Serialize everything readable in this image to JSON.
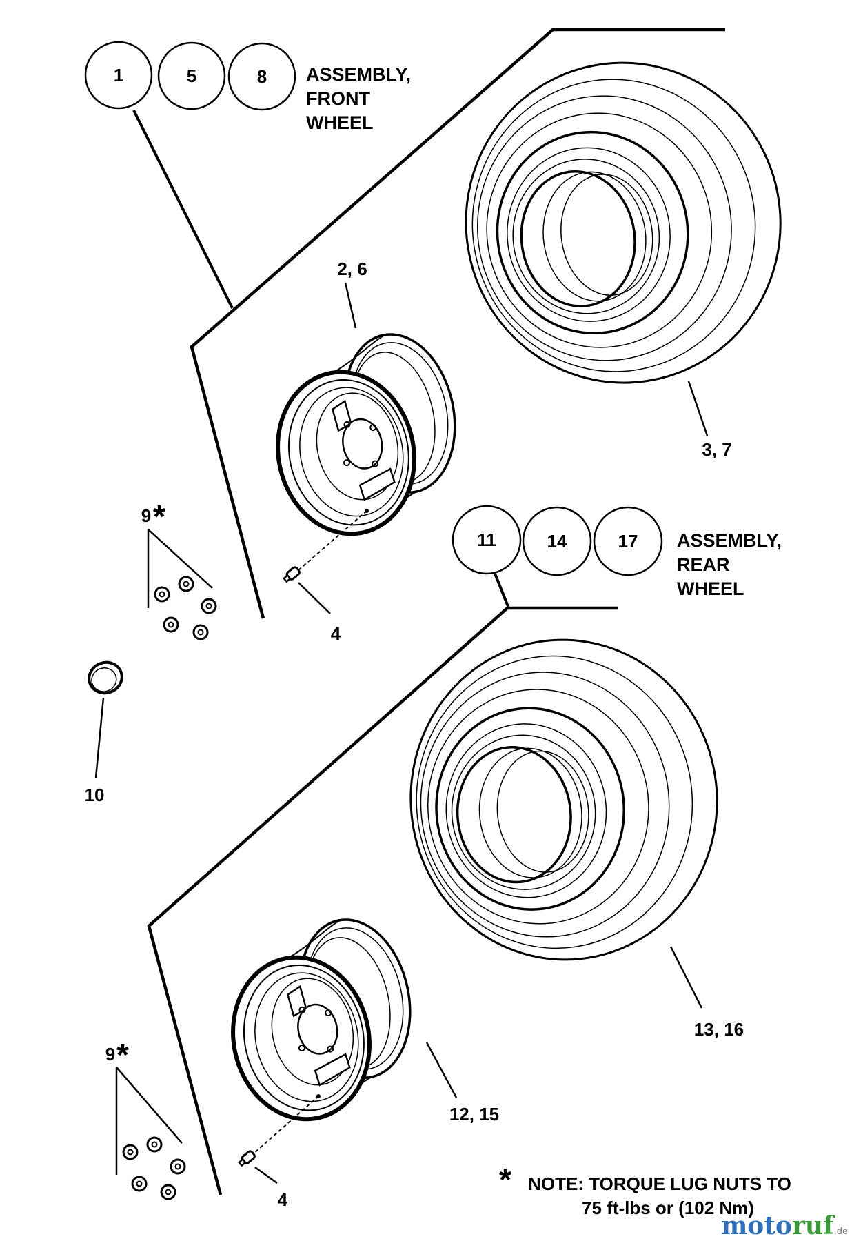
{
  "front_assembly": {
    "callouts": [
      "1",
      "5",
      "8"
    ],
    "title_lines": [
      "ASSEMBLY,",
      "FRONT",
      "WHEEL"
    ]
  },
  "rear_assembly": {
    "callouts": [
      "11",
      "14",
      "17"
    ],
    "title_lines": [
      "ASSEMBLY,",
      "REAR",
      "WHEEL"
    ]
  },
  "part_labels": {
    "front_rim": "2, 6",
    "front_tire": "3, 7",
    "front_valve": "4",
    "front_lug_nuts": "9",
    "hub_cap": "10",
    "rear_rim": "12, 15",
    "rear_tire": "13, 16",
    "rear_valve": "4",
    "rear_lug_nuts": "9"
  },
  "note": {
    "asterisk": "*",
    "line1": "NOTE: TORQUE LUG NUTS TO",
    "line2": "75 ft-lbs or (102 Nm)"
  },
  "watermark": {
    "part1": "moto",
    "part2": "ruf",
    "suffix": ".de"
  }
}
